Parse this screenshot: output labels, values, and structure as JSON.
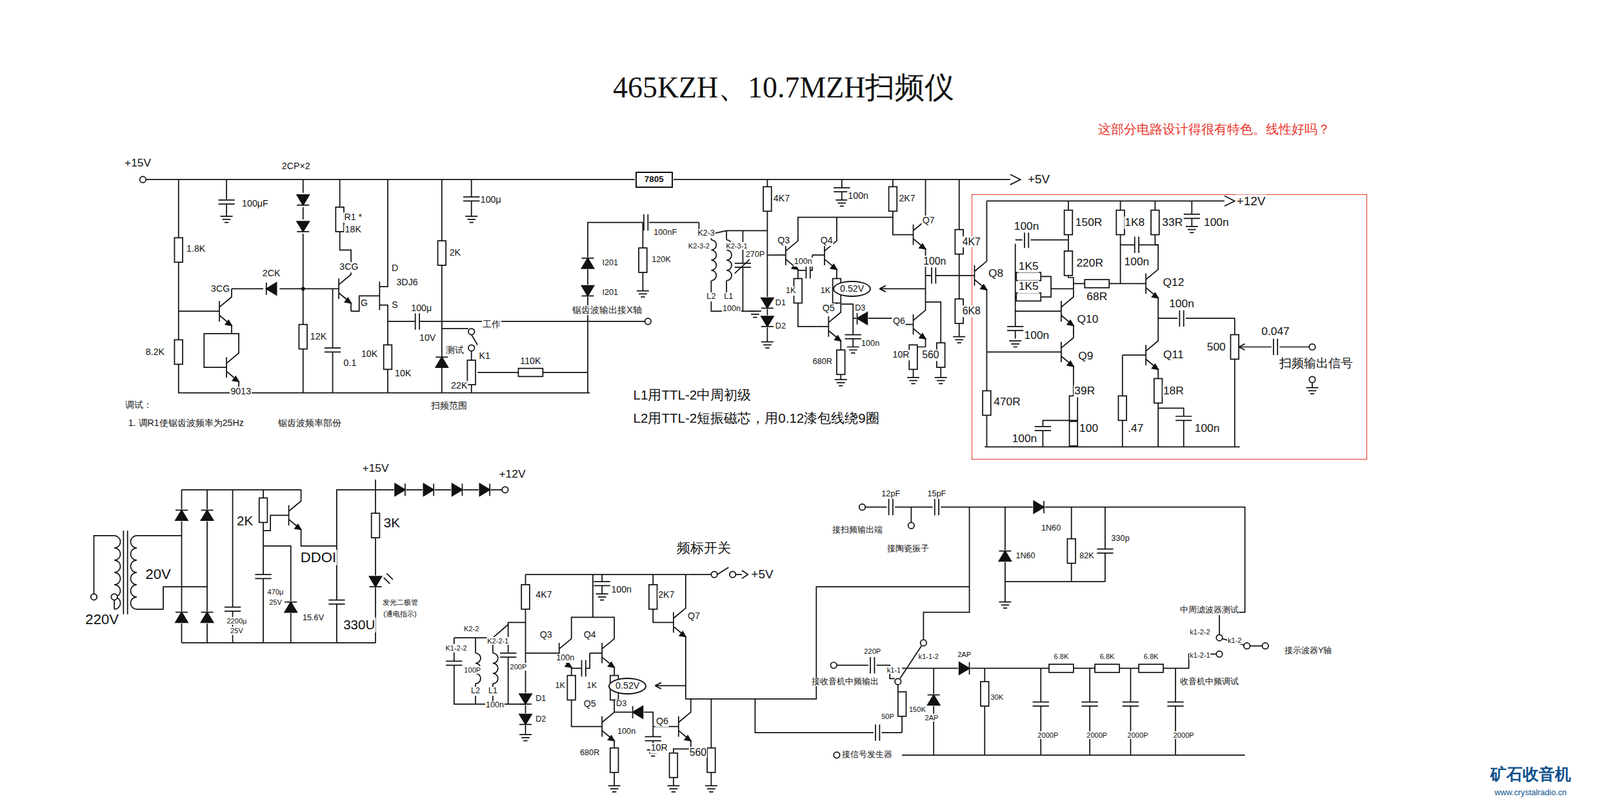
{
  "diagram": {
    "title": "465KZH、10.7MZH扫频仪",
    "nodes": [
      {
        "text": [
          "7805"
        ]
      },
      {
        "text": [
          "这部分电路设计得很有特色。线性好吗？"
        ]
      },
      {
        "text": [
          "0.52V"
        ]
      },
      {
        "text": [
          "0.52V"
        ]
      }
    ],
    "labels": [
      "+15V",
      "100μF",
      "1.8K",
      "2CP×2",
      "R1 *",
      "18K",
      "3CG",
      "2CK",
      "3CG",
      "D",
      "3DJ6",
      "G",
      "S",
      "12K",
      "0.1",
      "8.2K",
      "9013",
      "10K",
      "10K",
      "2K",
      "100μ",
      "100μ",
      "10V",
      "工作",
      "测试",
      "K1",
      "22K",
      "110K",
      "扫频范围",
      "调试：",
      "1. 调R1使锯齿波频率为25Hz",
      "锯齿波频率部份",
      "锯齿波输出接X轴",
      "I201",
      "I201",
      "100nF",
      "120K",
      "K2-3",
      "K2-3-2",
      "K2-3-1",
      "270P",
      "L2",
      "L1",
      "100n",
      "4K7",
      "100n",
      "2K7",
      "Q7",
      "Q3",
      "Q4",
      "100n",
      "1K",
      "1K",
      "D1",
      "D2",
      "Q5",
      "D3",
      "Q6",
      "100n",
      "680R",
      "10R",
      "560",
      "+5V",
      "L1用TTL-2中周初级",
      "L2用TTL-2短振磁芯，用0.12漆包线绕9圈",
      "4K7",
      "100n",
      "Q8",
      "6K8",
      "+12V",
      "150R",
      "1K8",
      "33R",
      "100n",
      "100n",
      "1K5",
      "220R",
      "100n",
      "1K5",
      "68R",
      "Q12",
      "Q10",
      "100n",
      "100n",
      "0.047",
      "500",
      "Q9",
      "Q11",
      "扫频输出信号",
      "39R",
      "18R",
      "470R",
      "100n",
      "100",
      ".47",
      "100n",
      "+15V",
      "+12V",
      "2K",
      "DDOI",
      "3K",
      "20V",
      "220V",
      "470μ",
      "25V",
      "2200μ",
      "25V",
      "15.6V",
      "330U",
      "发光二极管",
      "(通电指示)",
      "频标开关",
      "+5V",
      "4K7",
      "100n",
      "2K7",
      "Q7",
      "K2-2",
      "K1-2-2",
      "K2-2-1",
      "Q3",
      "Q4",
      "100n",
      "100P",
      "200P",
      "1K",
      "1K",
      "L2",
      "L1",
      "100n",
      "D1",
      "D2",
      "Q5",
      "D3",
      "Q6",
      "100n",
      "680R",
      "10R",
      "560",
      "12pF",
      "15pF",
      "接扫频输出端",
      "接陶瓷振子",
      "1N60",
      "1N60",
      "82K",
      "330p",
      "中周滤波器测试",
      "k1-2-2",
      "k1-2",
      "k1-2-1",
      "接示波器Y轴",
      "220P",
      "k1-1-2",
      "k1-1",
      "2AP",
      "接收音机中频输出",
      "150K",
      "2AP",
      "50P",
      "30K",
      "6.8K",
      "6.8K",
      "6.8K",
      "收音机中频调试",
      "2000P",
      "2000P",
      "2000P",
      "2000P",
      "接信号发生器",
      "矿石收音机",
      "www.crystalradio.cn"
    ]
  }
}
